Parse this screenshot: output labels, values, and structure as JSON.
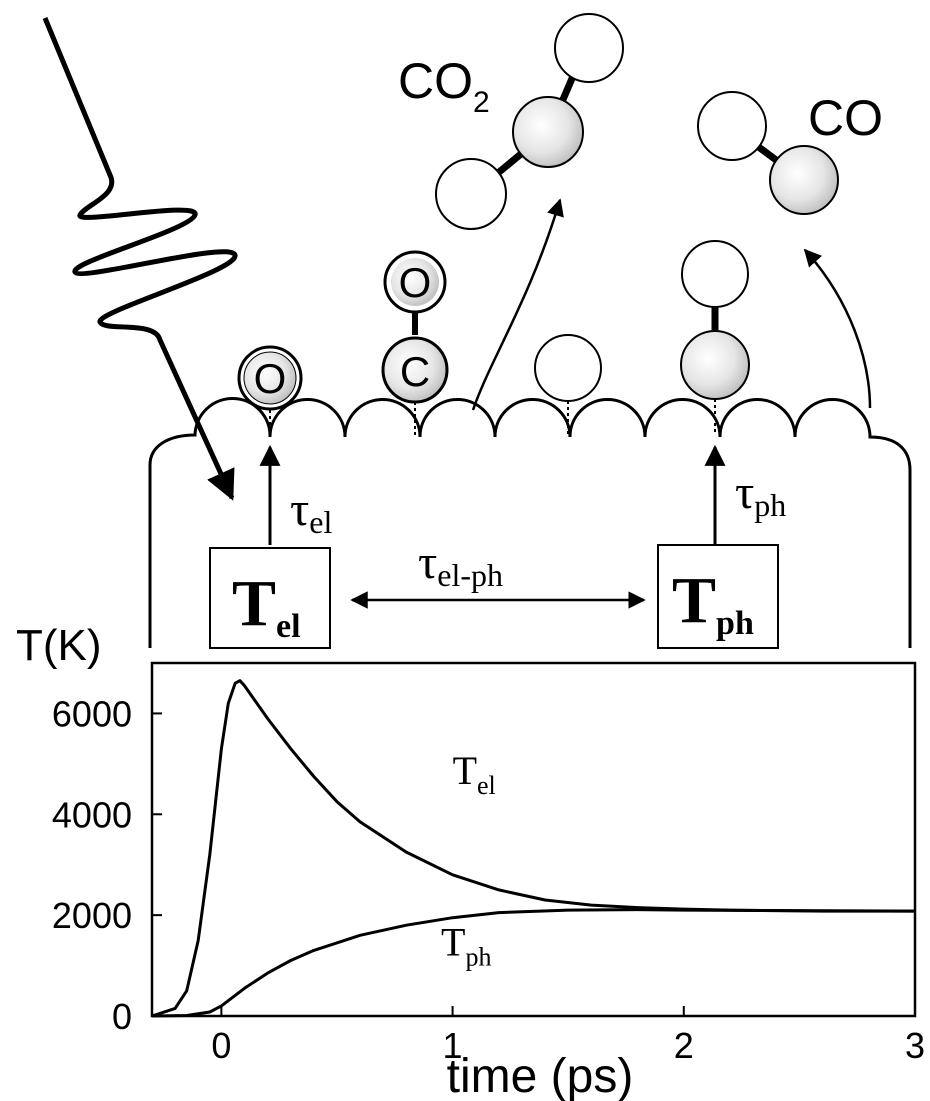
{
  "molecules": {
    "co2_label": "CO",
    "co2_subscript": "2",
    "co_label": "CO",
    "o_adsorbate": "O",
    "co_adsorbate_o": "O",
    "co_adsorbate_c": "C"
  },
  "taus": {
    "tau_el": "τ",
    "tau_el_sub": "el",
    "tau_el_ph": "τ",
    "tau_el_ph_sub": "el-ph",
    "tau_ph": "τ",
    "tau_ph_sub": "ph"
  },
  "boxes": {
    "t_el": "T",
    "t_el_sub": "el",
    "t_ph": "T",
    "t_ph_sub": "ph"
  },
  "chart_data": {
    "type": "line",
    "ylabel": "T(K)",
    "xlabel": "time (ps)",
    "xlim": [
      -0.3,
      3
    ],
    "ylim": [
      0,
      7000
    ],
    "xticks": [
      0,
      1,
      2,
      3
    ],
    "yticks": [
      0,
      2000,
      4000,
      6000
    ],
    "xtick_labels": [
      "0",
      "1",
      "2",
      "3"
    ],
    "ytick_labels": [
      "0",
      "2000",
      "4000",
      "6000"
    ],
    "series": [
      {
        "name": "T",
        "name_sub": "el",
        "x": [
          -0.3,
          -0.2,
          -0.15,
          -0.1,
          -0.05,
          0.0,
          0.03,
          0.06,
          0.08,
          0.1,
          0.2,
          0.3,
          0.4,
          0.5,
          0.6,
          0.8,
          1.0,
          1.2,
          1.4,
          1.6,
          1.8,
          2.0,
          2.2,
          2.4,
          2.6,
          2.8,
          3.0
        ],
        "y": [
          0,
          150,
          500,
          1500,
          3200,
          5300,
          6200,
          6600,
          6650,
          6550,
          5900,
          5300,
          4750,
          4250,
          3850,
          3250,
          2800,
          2500,
          2300,
          2200,
          2150,
          2120,
          2100,
          2090,
          2080,
          2080,
          2080
        ]
      },
      {
        "name": "T",
        "name_sub": "ph",
        "x": [
          -0.3,
          -0.15,
          -0.05,
          0.0,
          0.1,
          0.2,
          0.3,
          0.4,
          0.6,
          0.8,
          1.0,
          1.2,
          1.5,
          1.8,
          2.0,
          2.5,
          3.0
        ],
        "y": [
          0,
          10,
          80,
          200,
          550,
          850,
          1100,
          1300,
          1600,
          1800,
          1950,
          2050,
          2100,
          2110,
          2100,
          2090,
          2080
        ]
      }
    ]
  }
}
